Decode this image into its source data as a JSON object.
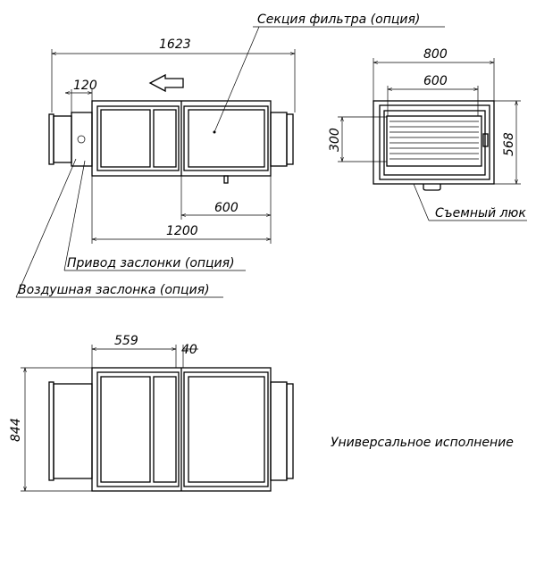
{
  "labels": {
    "filter_section": "Секция фильтра (опция)",
    "damper_drive": "Привод заслонки (опция)",
    "air_damper": "Воздушная заслонка (опция)",
    "removable_hatch": "Съемный люк",
    "universal_version": "Универсальное исполнение"
  },
  "dimensions": {
    "overall_length": "1623",
    "damper_length": "120",
    "filter_section_length": "600",
    "body_length": "1200",
    "width": "800",
    "inner_width": "600",
    "inner_height": "300",
    "height": "568",
    "section_length": "559",
    "gap": "40",
    "depth": "844"
  },
  "colors": {
    "line": "#000000",
    "background": "#ffffff"
  }
}
